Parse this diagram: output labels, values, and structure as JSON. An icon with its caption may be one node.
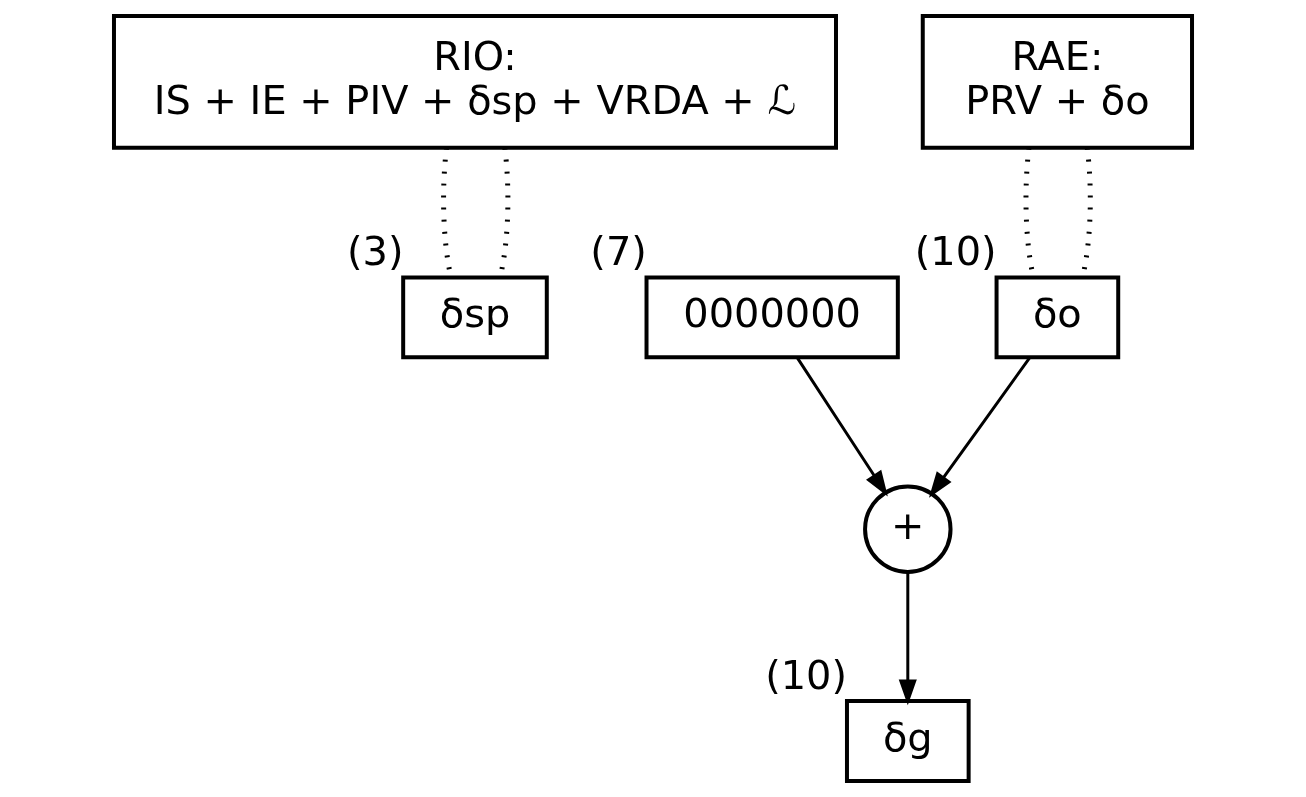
{
  "diagram": {
    "nodes": [
      {
        "text": [
          "RIO:",
          "IS + IE + PIV + δsp + VRDA + ℒ"
        ]
      },
      {
        "text": [
          "RAE:",
          "PRV + δo"
        ]
      },
      {
        "text": [
          "δsp"
        ],
        "beside": [
          "(3)"
        ]
      },
      {
        "text": [
          "0000000"
        ],
        "beside": [
          "(7)"
        ]
      },
      {
        "text": [
          "δo"
        ],
        "beside": [
          "(10)"
        ]
      },
      {
        "text": [
          "+"
        ]
      },
      {
        "text": [
          "δg"
        ],
        "beside": [
          "(10)"
        ]
      }
    ],
    "edges": [
      {
        "from": 0,
        "to": 2,
        "arrow": "none",
        "style": "dashed"
      },
      {
        "from": 0,
        "to": 2,
        "arrow": "none",
        "style": "dashed"
      },
      {
        "from": 1,
        "to": 4,
        "arrow": "none",
        "style": "dashed"
      },
      {
        "from": 1,
        "to": 4,
        "arrow": "none",
        "style": "dashed"
      },
      {
        "from": 3,
        "to": 5,
        "arrow": "to"
      },
      {
        "from": 4,
        "to": 5,
        "arrow": "to"
      },
      {
        "from": 5,
        "to": 6,
        "arrow": "to"
      }
    ]
  }
}
